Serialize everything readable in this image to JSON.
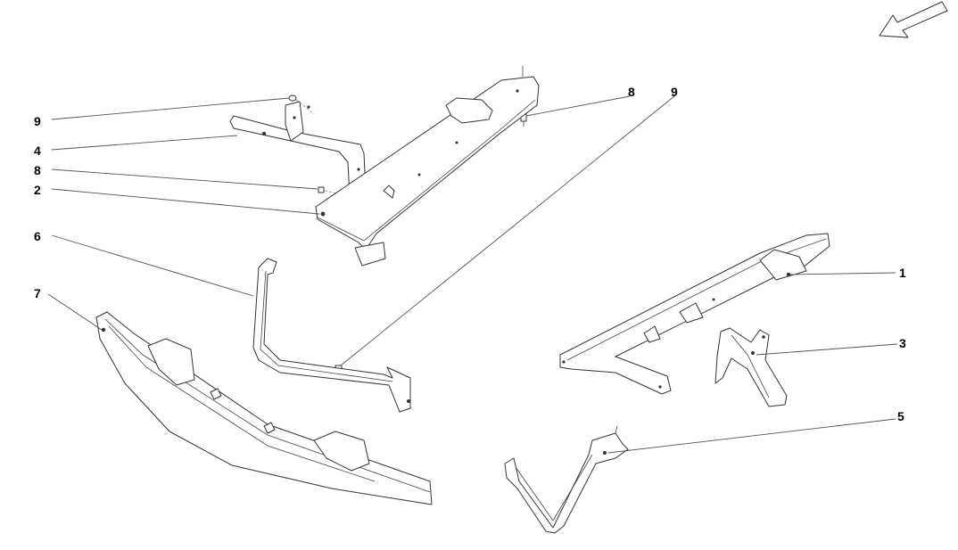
{
  "callouts": [
    {
      "id": "c9a",
      "label": "9"
    },
    {
      "id": "c4",
      "label": "4"
    },
    {
      "id": "c8a",
      "label": "8"
    },
    {
      "id": "c2",
      "label": "2"
    },
    {
      "id": "c6",
      "label": "6"
    },
    {
      "id": "c7",
      "label": "7"
    },
    {
      "id": "c8b",
      "label": "8"
    },
    {
      "id": "c9b",
      "label": "9"
    },
    {
      "id": "c1",
      "label": "1"
    },
    {
      "id": "c3",
      "label": "3"
    },
    {
      "id": "c5",
      "label": "5"
    }
  ],
  "icons": {
    "orientation": "direction-arrow-icon"
  }
}
